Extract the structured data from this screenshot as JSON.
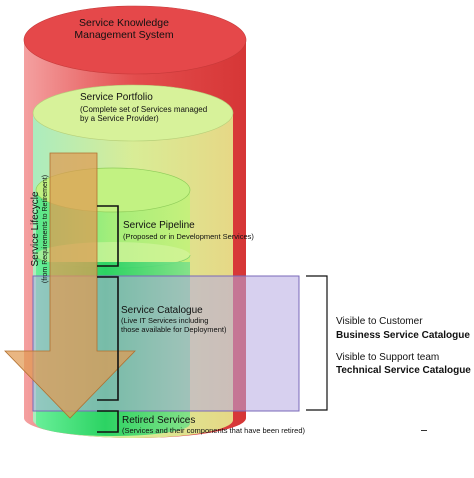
{
  "skms": {
    "line1": "Service Knowledge",
    "line2": "Management System"
  },
  "portfolio": {
    "title": "Service Portfolio",
    "sub1": "(Complete set of Services managed",
    "sub2": "by a Service Provider)"
  },
  "pipeline": {
    "title": "Service Pipeline",
    "sub": "(Proposed or in Development Services)"
  },
  "catalogue": {
    "title": "Service Catalogue",
    "sub1": "(Live IT Services including",
    "sub2": "those available for Deployment)"
  },
  "retired": {
    "title": "Retired Services",
    "sub": "(Services and their components that have been retired)"
  },
  "lifecycle": {
    "title": "Service Lifecycle",
    "sub": "(from Requirements to Retirement)"
  },
  "visibility": {
    "customer": "Visible to Customer",
    "customer_catalogue": "Business Service Catalogue",
    "support": "Visible to Support team",
    "support_catalogue": "Technical Service Catalogue"
  },
  "colors": {
    "skms_red": "#e04848",
    "portfolio_green": "#c9f08a",
    "pipeline_green": "#b8f06a",
    "inner_green": "#33d86a",
    "catalogue_overlay": "#cdbde8",
    "arrow_orange": "#e0a35a"
  }
}
